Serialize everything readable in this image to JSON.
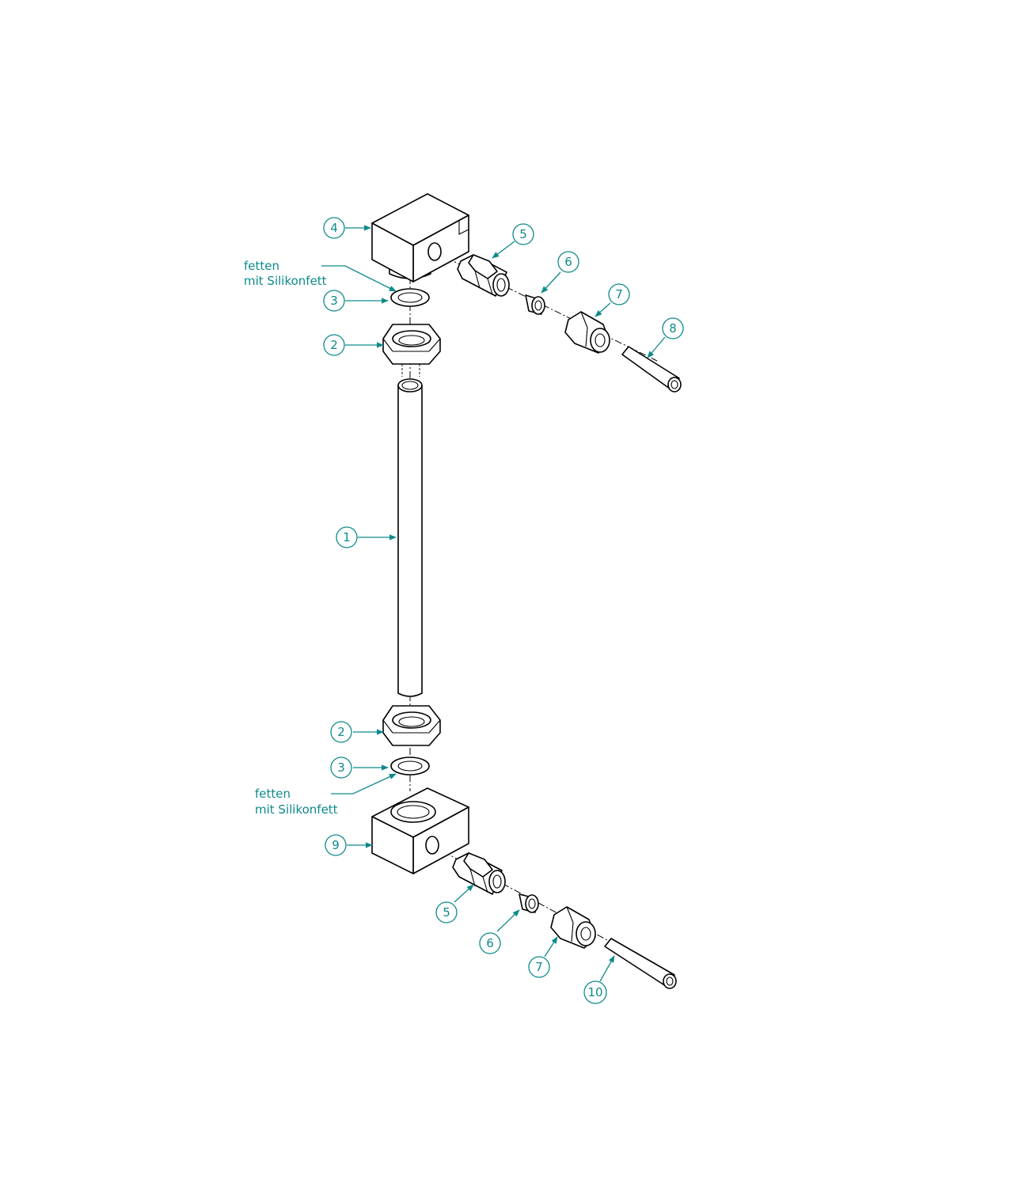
{
  "colors": {
    "annotation": "#0e8a8a",
    "linework": "#000000",
    "background": "#ffffff"
  },
  "balloons": {
    "b4_top": "4",
    "b5_top": "5",
    "b6_top": "6",
    "b7_top": "7",
    "b8_top": "8",
    "b3_top": "3",
    "b2_top": "2",
    "b1": "1",
    "b2_bottom": "2",
    "b3_bottom": "3",
    "b9": "9",
    "b5_bottom": "5",
    "b6_bottom": "6",
    "b7_bottom": "7",
    "b10": "10"
  },
  "notes": {
    "top": {
      "line1": "fetten",
      "line2": "mit Silikonfett"
    },
    "bottom": {
      "line1": "fetten",
      "line2": "mit Silikonfett"
    }
  }
}
